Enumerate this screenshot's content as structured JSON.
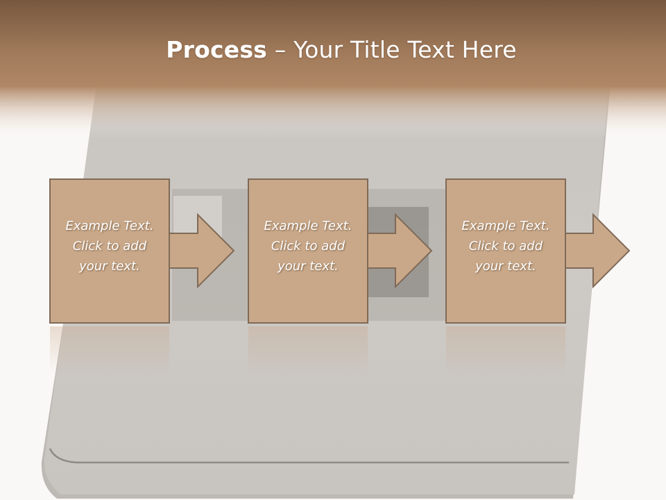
{
  "slide": {
    "title_bold": "Process",
    "title_rest": " – Your Title Text Here",
    "steps": [
      {
        "lines": [
          "Example Text.",
          "Click  to add",
          "your text."
        ]
      },
      {
        "lines": [
          "Example Text.",
          "Click  to add",
          "your text."
        ]
      },
      {
        "lines": [
          "Example Text.",
          "Click  to add",
          "your text."
        ]
      }
    ]
  },
  "colors": {
    "header_band": "#a97f5c",
    "box_fill": "#c9a889",
    "box_stroke": "#7f6a57",
    "page_background": "#faf8f6"
  }
}
